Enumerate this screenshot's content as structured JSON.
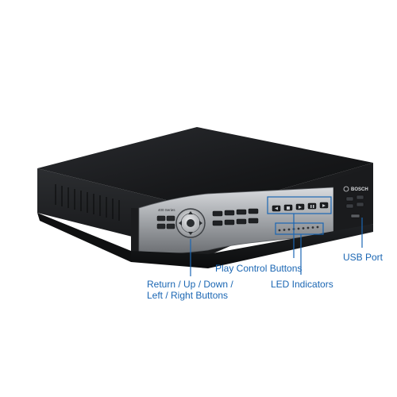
{
  "device": {
    "brand": "BOSCH",
    "model_badge": "400 Series"
  },
  "callouts": {
    "play_control": "Play Control Buttons",
    "usb_port": "USB Port",
    "led_indicators": "LED Indicators",
    "nav_line1": "Return / Up / Down /",
    "nav_line2": "Left / Right  Buttons"
  },
  "colors": {
    "callout_line": "#1a66b3",
    "callout_text": "#1a66b3",
    "chassis_top": "#1d1f22",
    "chassis_side": "#26282b",
    "front_panel": "#a9acb1",
    "led_blue": "#3a8ee6"
  }
}
